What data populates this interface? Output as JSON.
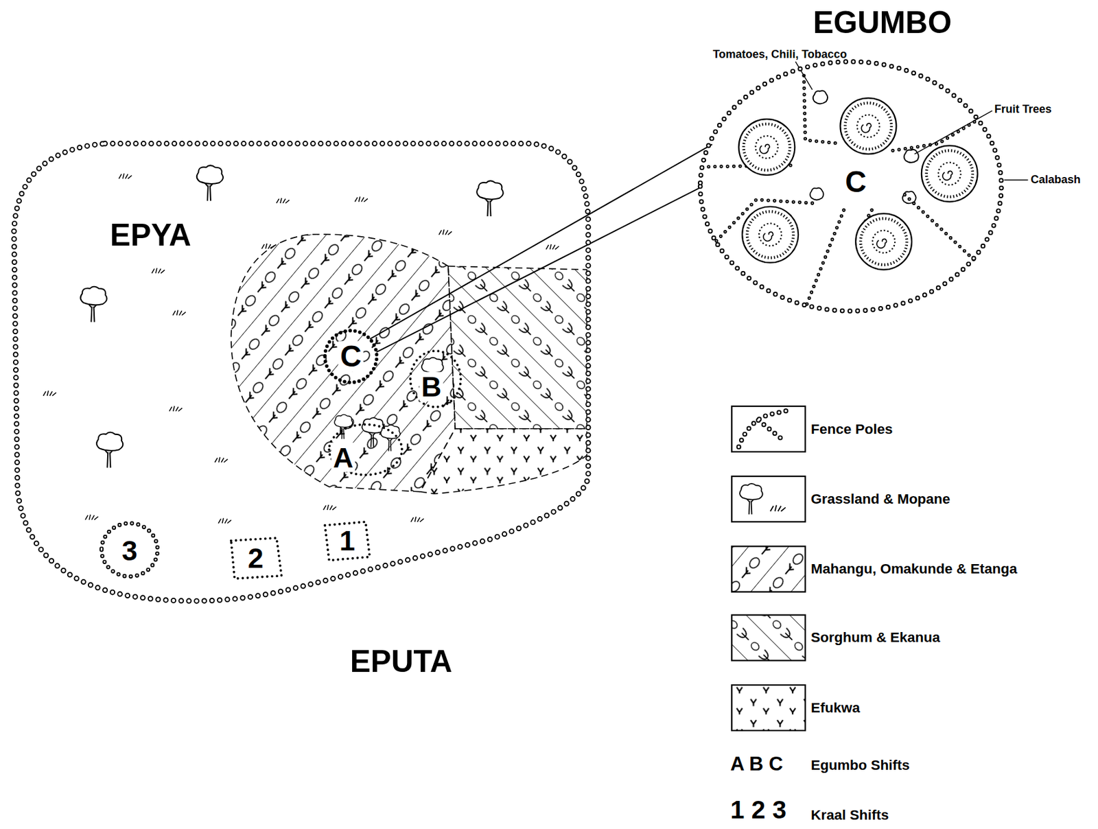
{
  "diagram": {
    "nodes": [
      {
        "text": [
          "EPYA"
        ]
      },
      {
        "text": [
          "C"
        ],
        "in": 0
      },
      {
        "text": [
          "B"
        ],
        "in": 0
      },
      {
        "text": [
          "A"
        ],
        "in": 0
      },
      {
        "text": [
          "3"
        ],
        "in": 0
      },
      {
        "text": [
          "2"
        ],
        "in": 0
      },
      {
        "text": [
          "1"
        ],
        "in": 0
      },
      {
        "text": [
          "EGUMBO",
          "C"
        ]
      }
    ],
    "edges": [
      {
        "from": 1,
        "to": 7,
        "arrow": "none"
      }
    ],
    "labels": [
      "Tomatoes, Chili, Tobacco",
      "Fruit Trees",
      "Calabash",
      "EPUTA",
      "A B C",
      "1 2 3"
    ],
    "legend": [
      {
        "text": "Fence Poles"
      },
      {
        "text": "Grassland & Mopane"
      },
      {
        "text": "Mahangu, Omakunde & Etanga"
      },
      {
        "text": "Sorghum & Ekanua"
      },
      {
        "text": "Efukwa"
      },
      {
        "text": "Egumbo Shifts"
      },
      {
        "text": "Kraal Shifts"
      }
    ]
  }
}
